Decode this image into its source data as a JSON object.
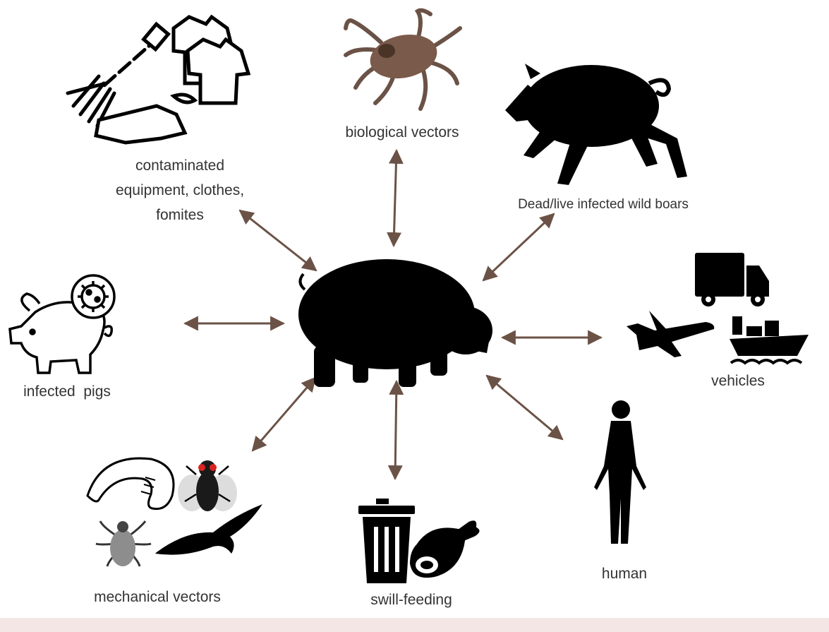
{
  "colors": {
    "arrow": "#6b5246",
    "icon_black": "#000000",
    "tick_body": "#7a5a4a",
    "background": "#ffffff",
    "frame": "#f3e6e4"
  },
  "center": {
    "icon": "pig-silhouette-icon"
  },
  "sources": [
    {
      "id": "fomites",
      "icon": "fomites-icon",
      "label_lines": [
        "contaminated",
        "equipment, clothes,",
        "fomites"
      ]
    },
    {
      "id": "biological",
      "icon": "tick-icon",
      "label": "biological vectors"
    },
    {
      "id": "boars",
      "icon": "wild-boar-icon",
      "label": "Dead/live infected wild boars"
    },
    {
      "id": "infected-pigs",
      "icon": "infected-pig-icon",
      "label": "infected  pigs"
    },
    {
      "id": "vehicles",
      "icon": "vehicles-icon",
      "label": "vehicles"
    },
    {
      "id": "mechanical",
      "icon": "mechanical-vectors-icon",
      "label": "mechanical vectors"
    },
    {
      "id": "swill",
      "icon": "swill-icon",
      "label": "swill-feeding"
    },
    {
      "id": "human",
      "icon": "human-icon",
      "label": "human"
    }
  ]
}
